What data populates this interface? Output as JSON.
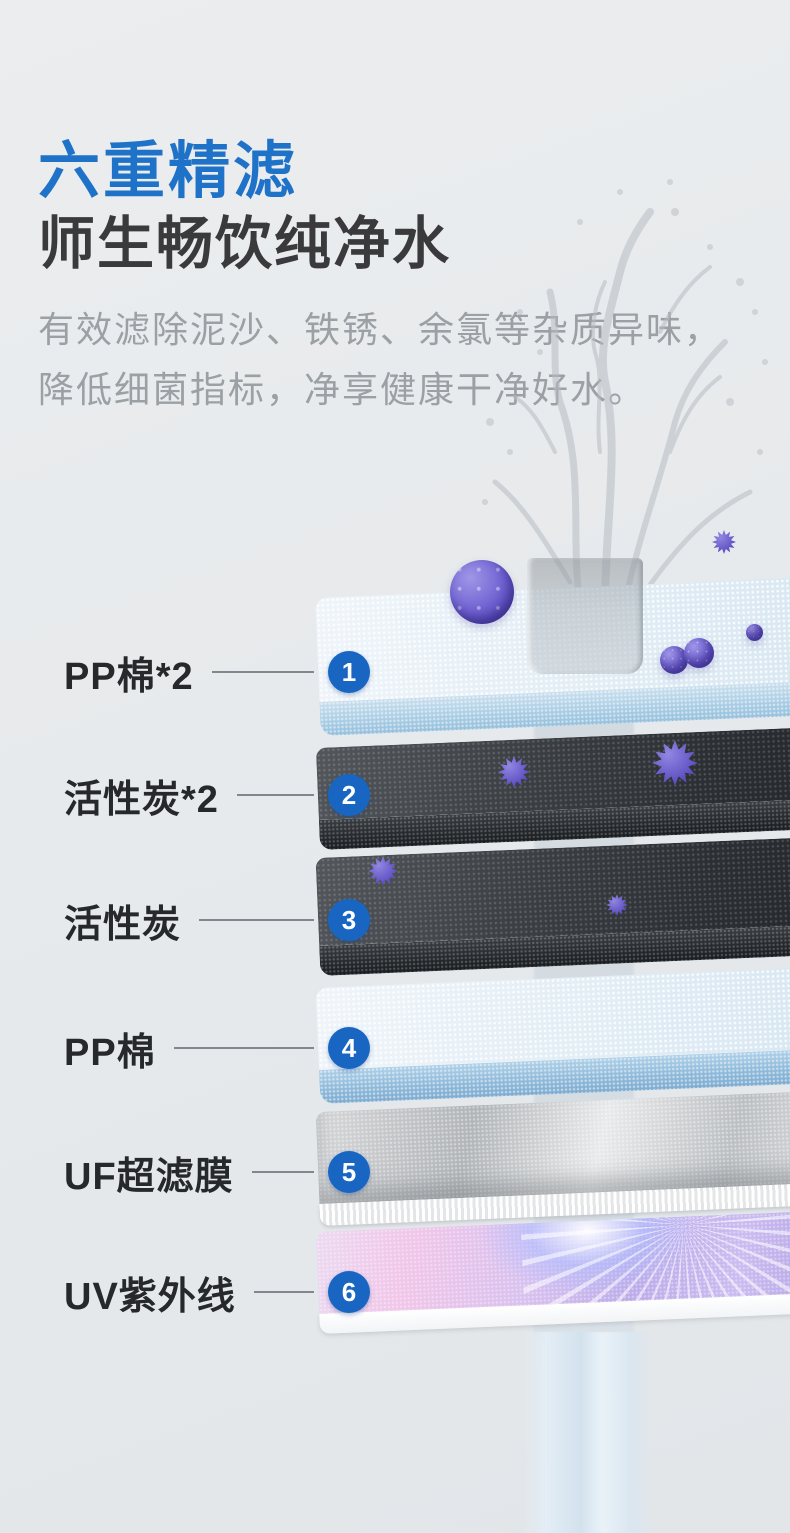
{
  "header": {
    "title": "六重精滤",
    "subtitle": "师生畅饮纯净水",
    "description": [
      "有效滤除泥沙、铁锈、余氯等杂质异味，",
      "降低细菌指标，净享健康干净好水。"
    ]
  },
  "colors": {
    "title_blue": "#1e72c8",
    "subtitle_dark": "#3a3a3c",
    "body_gray": "#9aa0a4",
    "badge_blue": "#1866c2",
    "label_dark": "#26282b",
    "virus_purple": "#6e5fd0",
    "pp_cotton_blue": "#a8cce4",
    "carbon_dark": "#2c3034",
    "uf_membrane_gray": "#c9cbce",
    "uv_layer_purple": "#c3b2ec"
  },
  "filters": {
    "items": [
      {
        "num": "1",
        "label": "PP棉*2"
      },
      {
        "num": "2",
        "label": "活性炭*2"
      },
      {
        "num": "3",
        "label": "活性炭"
      },
      {
        "num": "4",
        "label": "PP棉"
      },
      {
        "num": "5",
        "label": "UF超滤膜"
      },
      {
        "num": "6",
        "label": "UV紫外线"
      }
    ]
  }
}
